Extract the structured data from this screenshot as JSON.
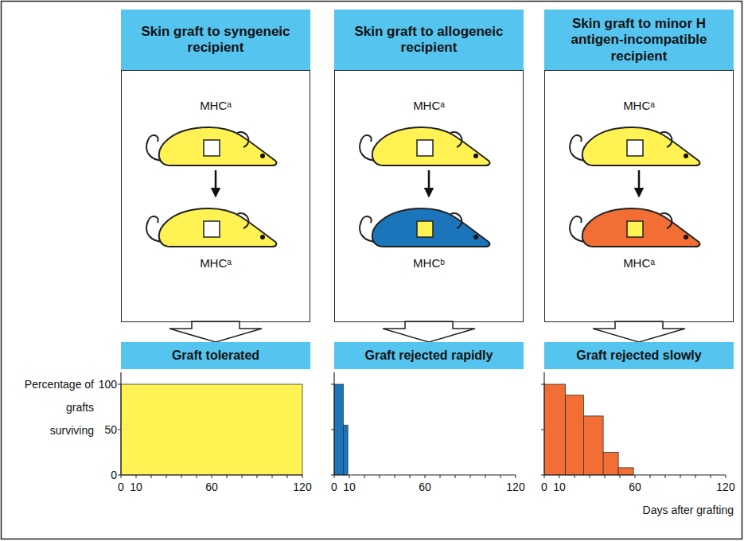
{
  "diagram": {
    "nodes": [
      {
        "text": [
          "Skin graft to syngeneic recipient"
        ]
      },
      {
        "text": [
          "Skin graft to allogeneic recipient"
        ]
      },
      {
        "text": [
          "Skin graft to minor H antigen-incompatible recipient"
        ]
      },
      {
        "text": [
          "MHCᵃ",
          "MHCᵃ"
        ]
      },
      {
        "text": [
          "MHCᵃ",
          "MHCᵇ"
        ]
      },
      {
        "text": [
          "MHCᵃ",
          "MHCᵃ"
        ]
      },
      {
        "text": [
          "Graft tolerated"
        ]
      },
      {
        "text": [
          "Graft rejected rapidly"
        ]
      },
      {
        "text": [
          "Graft rejected slowly"
        ]
      }
    ],
    "edges": [
      {
        "from": 3,
        "to": 6,
        "arrow": "to"
      },
      {
        "from": 4,
        "to": 7,
        "arrow": "to"
      },
      {
        "from": 5,
        "to": 8,
        "arrow": "to"
      }
    ],
    "labels": [
      "Percentage of grafts surviving",
      "100",
      "50",
      "0",
      "0",
      "10",
      "60",
      "120",
      "0",
      "10",
      "60",
      "120",
      "0",
      "10",
      "60",
      "120",
      "Days after grafting"
    ]
  }
}
